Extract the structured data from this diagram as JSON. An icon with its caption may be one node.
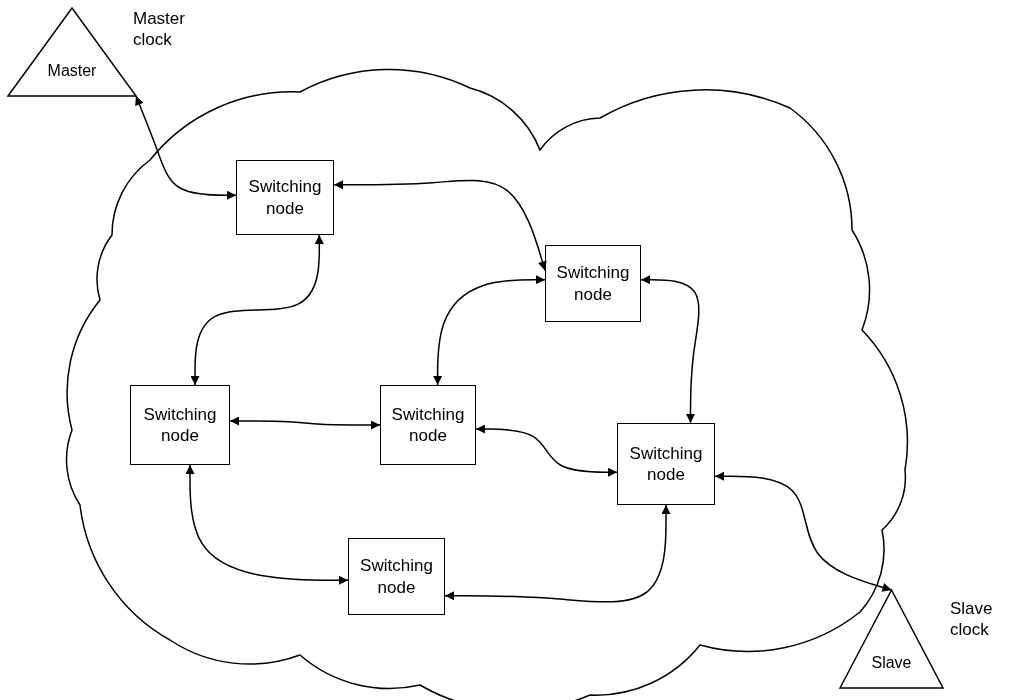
{
  "diagram": {
    "nodes": [
      {
        "text": [],
        "shape": "cloud"
      },
      {
        "text": [
          "Master"
        ],
        "beside": [
          "Master clock"
        ]
      },
      {
        "text": [
          "Switching node"
        ],
        "in": 0
      },
      {
        "text": [
          "Switching node"
        ],
        "in": 0
      },
      {
        "text": [
          "Switching node"
        ],
        "in": 0
      },
      {
        "text": [
          "Switching node"
        ],
        "in": 0
      },
      {
        "text": [
          "Switching node"
        ],
        "in": 0
      },
      {
        "text": [
          "Switching node"
        ],
        "in": 0
      },
      {
        "text": [
          "Slave"
        ],
        "beside": [
          "Slave clock"
        ]
      }
    ],
    "edges": [
      {
        "from": 1,
        "to": 2,
        "arrow": "both"
      },
      {
        "from": 2,
        "to": 3,
        "arrow": "both"
      },
      {
        "from": 2,
        "to": 4,
        "arrow": "both"
      },
      {
        "from": 3,
        "to": 5,
        "arrow": "both"
      },
      {
        "from": 3,
        "to": 6,
        "arrow": "both"
      },
      {
        "from": 4,
        "to": 5,
        "arrow": "both"
      },
      {
        "from": 5,
        "to": 6,
        "arrow": "both"
      },
      {
        "from": 4,
        "to": 7,
        "arrow": "both"
      },
      {
        "from": 7,
        "to": 6,
        "arrow": "both"
      },
      {
        "from": 6,
        "to": 8,
        "arrow": "both"
      }
    ]
  }
}
